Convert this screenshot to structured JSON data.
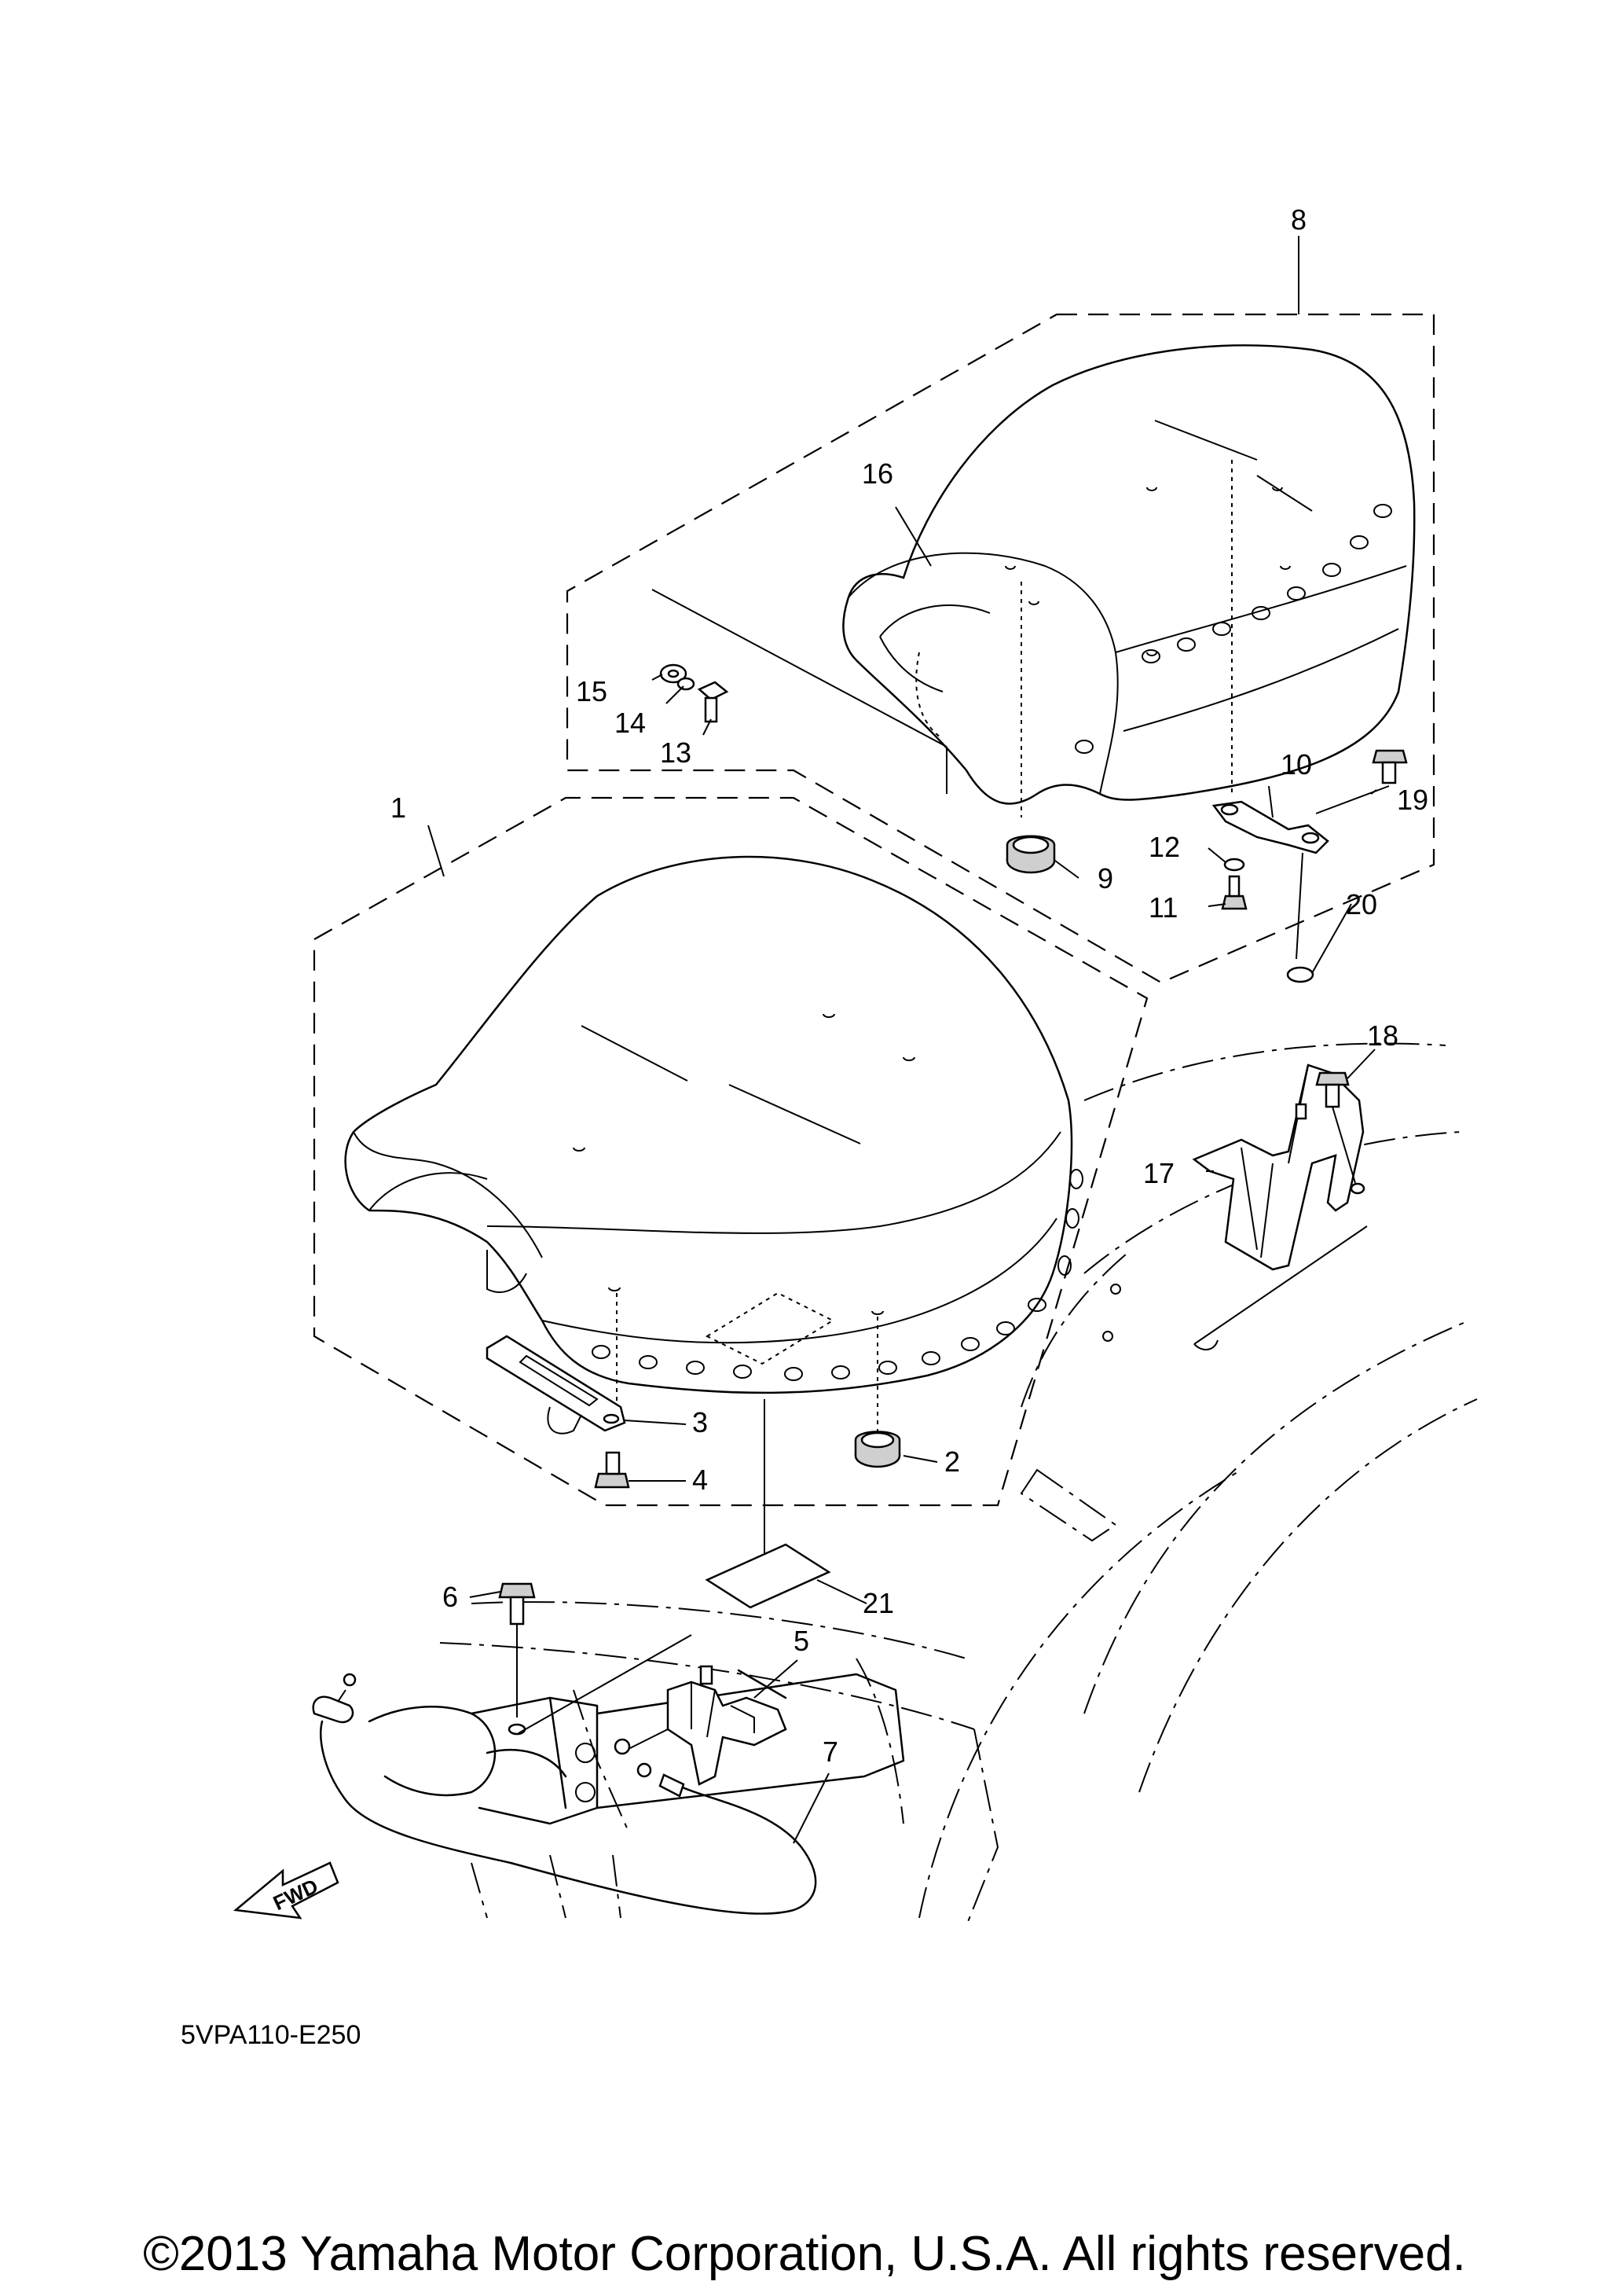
{
  "diagram_code": "5VPA110-E250",
  "copyright": "©2013 Yamaha Motor Corporation, U.S.A. All rights reserved.",
  "direction_label": "FWD",
  "callouts": [
    {
      "id": "1",
      "label": "1"
    },
    {
      "id": "2",
      "label": "2"
    },
    {
      "id": "3",
      "label": "3"
    },
    {
      "id": "4",
      "label": "4"
    },
    {
      "id": "5",
      "label": "5"
    },
    {
      "id": "6",
      "label": "6"
    },
    {
      "id": "7",
      "label": "7"
    },
    {
      "id": "8",
      "label": "8"
    },
    {
      "id": "9",
      "label": "9"
    },
    {
      "id": "10",
      "label": "10"
    },
    {
      "id": "11",
      "label": "11"
    },
    {
      "id": "12",
      "label": "12"
    },
    {
      "id": "13",
      "label": "13"
    },
    {
      "id": "14",
      "label": "14"
    },
    {
      "id": "15",
      "label": "15"
    },
    {
      "id": "16",
      "label": "16"
    },
    {
      "id": "17",
      "label": "17"
    },
    {
      "id": "18",
      "label": "18"
    },
    {
      "id": "19",
      "label": "19"
    },
    {
      "id": "20",
      "label": "20"
    },
    {
      "id": "21",
      "label": "21"
    }
  ]
}
